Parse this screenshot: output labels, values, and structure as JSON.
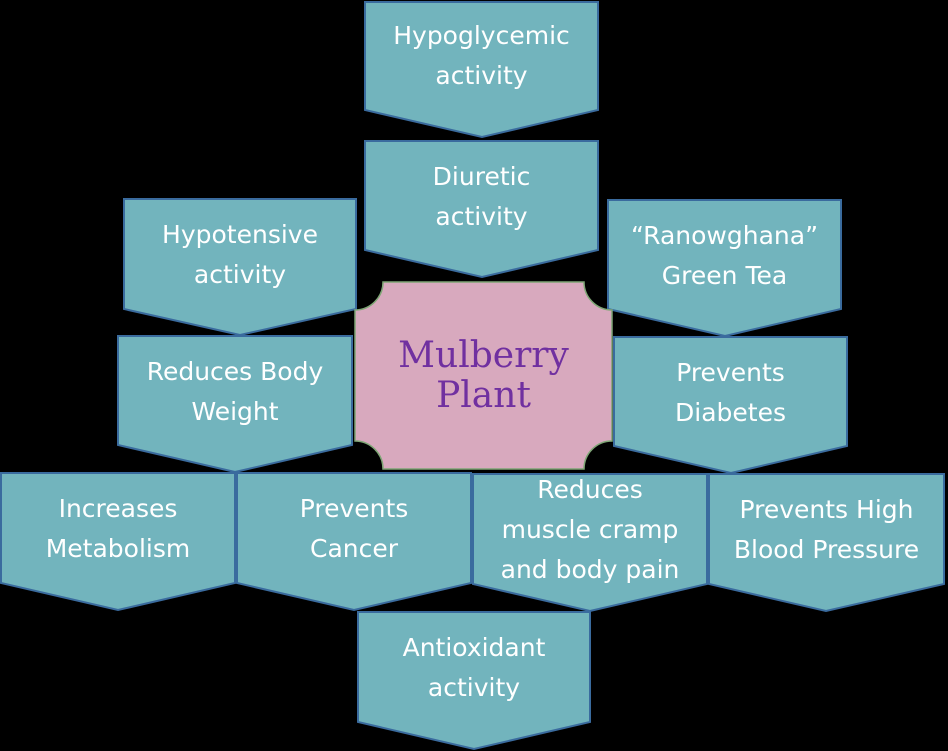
{
  "center": {
    "label": "Mulberry\nPlant"
  },
  "benefits": [
    {
      "id": "hypoglycemic",
      "label": "Hypoglycemic\nactivity"
    },
    {
      "id": "diuretic",
      "label": "Diuretic\nactivity"
    },
    {
      "id": "hypotensive",
      "label": "Hypotensive\nactivity"
    },
    {
      "id": "green-tea",
      "label": "“Ranowghana”\nGreen Tea"
    },
    {
      "id": "body-weight",
      "label": "Reduces Body\nWeight"
    },
    {
      "id": "diabetes",
      "label": "Prevents\nDiabetes"
    },
    {
      "id": "metabolism",
      "label": "Increases\nMetabolism"
    },
    {
      "id": "cancer",
      "label": "Prevents\nCancer"
    },
    {
      "id": "muscle-cramp",
      "label": "Reduces\nmuscle cramp\nand body pain"
    },
    {
      "id": "blood-pressure",
      "label": "Prevents High\nBlood Pressure"
    },
    {
      "id": "antioxidant",
      "label": "Antioxidant\nactivity"
    }
  ],
  "colors": {
    "box_fill": "#72b4bd",
    "box_stroke": "#3a6b9e",
    "center_fill": "#d8a9be",
    "center_text": "#7030a0",
    "background": "#000000"
  }
}
